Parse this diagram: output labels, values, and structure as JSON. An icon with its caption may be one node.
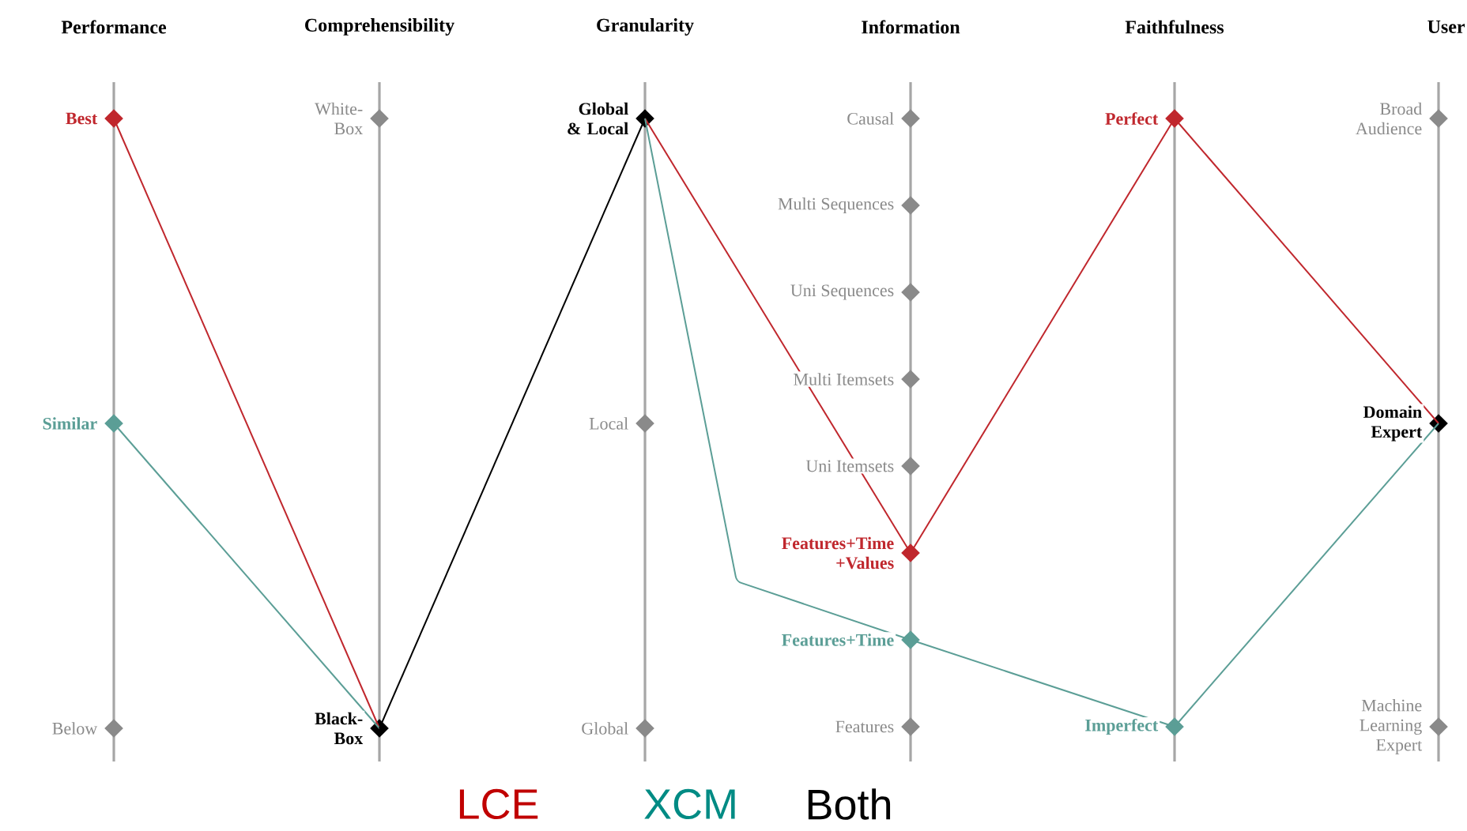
{
  "diagram": {
    "nodes": [
      {
        "text": [
          "Best"
        ]
      },
      {
        "text": [
          "Similar"
        ]
      },
      {
        "text": [
          "Below"
        ]
      },
      {
        "text": [
          "White-Box"
        ]
      },
      {
        "text": [
          "Black-Box"
        ]
      },
      {
        "text": [
          "Global & Local"
        ]
      },
      {
        "text": [
          "Local"
        ]
      },
      {
        "text": [
          "Global"
        ]
      },
      {
        "text": [
          "Causal"
        ]
      },
      {
        "text": [
          "Multi Sequences"
        ]
      },
      {
        "text": [
          "Uni Sequences"
        ]
      },
      {
        "text": [
          "Multi Itemsets"
        ]
      },
      {
        "text": [
          "Uni Itemsets"
        ]
      },
      {
        "text": [
          "Features+Time +Values"
        ]
      },
      {
        "text": [
          "Features+Time"
        ]
      },
      {
        "text": [
          "Features"
        ]
      },
      {
        "text": [
          "Perfect"
        ]
      },
      {
        "text": [
          "Imperfect"
        ]
      },
      {
        "text": [
          "Broad Audience"
        ]
      },
      {
        "text": [
          "Domain Expert"
        ]
      },
      {
        "text": [
          "Machine Learning Expert"
        ]
      }
    ],
    "edges": [
      {
        "from": 0,
        "to": 4,
        "arrow": "none",
        "color": "#c0272d"
      },
      {
        "from": 1,
        "to": 4,
        "arrow": "none",
        "color": "#5b9e96"
      },
      {
        "from": 4,
        "to": 5,
        "arrow": "none",
        "color": "#000000"
      },
      {
        "from": 5,
        "to": 13,
        "arrow": "none",
        "color": "#c0272d"
      },
      {
        "from": 5,
        "to": 14,
        "arrow": "none",
        "color": "#5b9e96"
      },
      {
        "from": 13,
        "to": 16,
        "arrow": "none",
        "color": "#c0272d"
      },
      {
        "from": 14,
        "to": 17,
        "arrow": "none",
        "color": "#5b9e96"
      },
      {
        "from": 16,
        "to": 19,
        "arrow": "none",
        "color": "#c0272d"
      },
      {
        "from": 17,
        "to": 19,
        "arrow": "none",
        "color": "#5b9e96"
      }
    ],
    "labels": [
      "Performance",
      "Comprehensibility",
      "Granularity",
      "Information",
      "Faithfulness",
      "User"
    ],
    "legend": [
      {
        "text": "LCE",
        "color": "#c00000"
      },
      {
        "text": "XCM",
        "color": "#008b84"
      },
      {
        "text": "Both",
        "color": "#000000"
      }
    ]
  }
}
